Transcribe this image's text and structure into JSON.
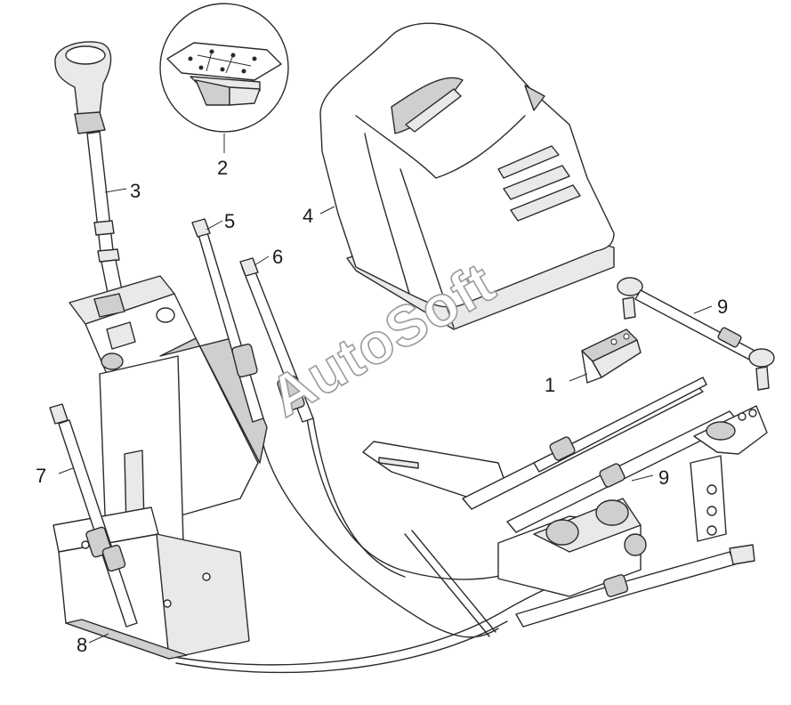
{
  "diagram": {
    "watermark": "AutoSoft",
    "callouts": [
      {
        "id": "1",
        "label": "1"
      },
      {
        "id": "2",
        "label": "2"
      },
      {
        "id": "3",
        "label": "3"
      },
      {
        "id": "4",
        "label": "4"
      },
      {
        "id": "5",
        "label": "5"
      },
      {
        "id": "6",
        "label": "6"
      },
      {
        "id": "7",
        "label": "7"
      },
      {
        "id": "8",
        "label": "8"
      },
      {
        "id": "9a",
        "label": "9"
      },
      {
        "id": "9b",
        "label": "9"
      }
    ]
  }
}
